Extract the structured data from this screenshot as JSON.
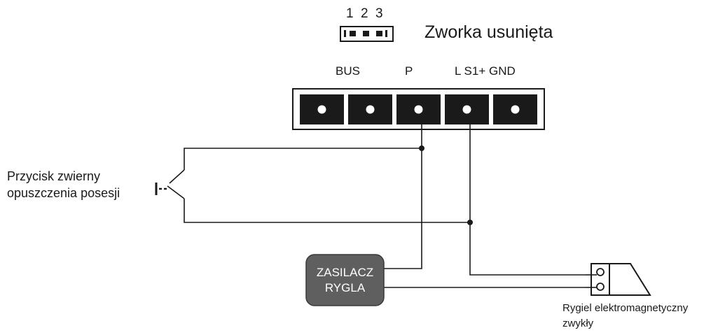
{
  "jumper": {
    "pin_numbers": [
      "1",
      "2",
      "3"
    ],
    "caption": "Zworka usunięta"
  },
  "terminal_block": {
    "labels": {
      "bus": "BUS",
      "p": "P",
      "l_s1_gnd": "L S1+ GND"
    },
    "screw_count": 5
  },
  "exit_button": {
    "label_line1": "Przycisk zwierny",
    "label_line2": "opuszczenia posesji"
  },
  "lock_power_supply": {
    "line1": "ZASILACZ",
    "line2": "RYGLA"
  },
  "lock": {
    "label_line1": "Rygiel elektromagnetyczny",
    "label_line2": "zwykły"
  },
  "colors": {
    "wire": "#1a1a1a",
    "terminal_fill": "#1a1a1a",
    "psu_fill": "#5f5f5f",
    "background": "#ffffff"
  }
}
